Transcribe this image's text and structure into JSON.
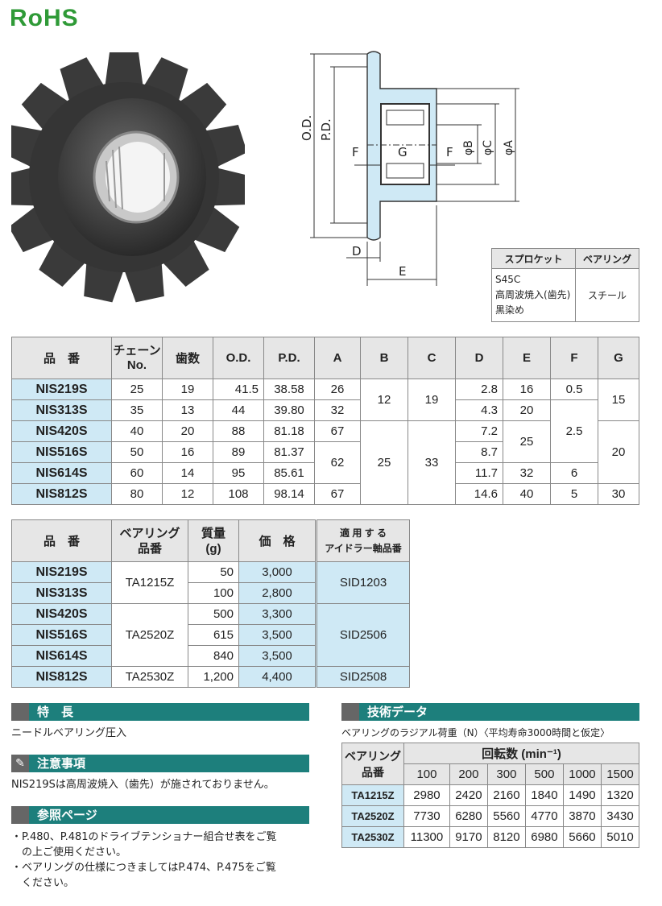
{
  "logo": "RoHS",
  "material_table": {
    "headers": [
      "スプロケット",
      "ベアリング"
    ],
    "sprocket_lines": [
      "S45C",
      "高周波焼入(歯先)",
      "黒染め"
    ],
    "bearing": "スチール"
  },
  "diagram_labels": {
    "od": "O.D.",
    "pd": "P.D.",
    "f1": "F",
    "g": "G",
    "f2": "F",
    "phiB": "φB",
    "phiC": "φC",
    "phiA": "φA",
    "d": "D",
    "e": "E"
  },
  "table1": {
    "headers": [
      "品　番",
      "チェーン\nNo.",
      "歯数",
      "O.D.",
      "P.D.",
      "A",
      "B",
      "C",
      "D",
      "E",
      "F",
      "G"
    ],
    "rows": [
      {
        "pn": "NIS219S",
        "chain": "25",
        "teeth": "19",
        "od": "41.5",
        "pd": "38.58",
        "a": "26",
        "d": "2.8",
        "e": "16",
        "f": "0.5"
      },
      {
        "pn": "NIS313S",
        "chain": "35",
        "teeth": "13",
        "od": "44",
        "pd": "39.80",
        "a": "32",
        "d": "4.3",
        "e": "20"
      },
      {
        "pn": "NIS420S",
        "chain": "40",
        "teeth": "20",
        "od": "88",
        "pd": "81.18",
        "a": "67",
        "d": "7.2"
      },
      {
        "pn": "NIS516S",
        "chain": "50",
        "teeth": "16",
        "od": "89",
        "pd": "81.37",
        "d": "8.7"
      },
      {
        "pn": "NIS614S",
        "chain": "60",
        "teeth": "14",
        "od": "95",
        "pd": "85.61",
        "d": "11.7",
        "e": "32",
        "f": "6"
      },
      {
        "pn": "NIS812S",
        "chain": "80",
        "teeth": "12",
        "od": "108",
        "pd": "98.14",
        "a": "67",
        "d": "14.6",
        "e": "40",
        "f": "5",
        "g": "30"
      }
    ],
    "merged": {
      "b1": "12",
      "c1": "19",
      "g1": "15",
      "a45": "62",
      "b2": "25",
      "c2": "33",
      "e34": "25",
      "f345": "2.5",
      "g2": "20"
    }
  },
  "table2": {
    "headers": {
      "pn": "品　番",
      "bearing1": "ベアリング",
      "bearing2": "品番",
      "mass1": "質量",
      "mass2": "(g)",
      "price": "価　格",
      "idler1": "適 用 す る",
      "idler2": "アイドラー軸品番"
    },
    "rows": [
      {
        "pn": "NIS219S",
        "mass": "50",
        "price": "3,000"
      },
      {
        "pn": "NIS313S",
        "mass": "100",
        "price": "2,800"
      },
      {
        "pn": "NIS420S",
        "mass": "500",
        "price": "3,300"
      },
      {
        "pn": "NIS516S",
        "mass": "615",
        "price": "3,500"
      },
      {
        "pn": "NIS614S",
        "mass": "840",
        "price": "3,500"
      },
      {
        "pn": "NIS812S",
        "mass": "1,200",
        "price": "4,400"
      }
    ],
    "bearings": [
      "TA1215Z",
      "TA2520Z",
      "TA2530Z"
    ],
    "idlers": [
      "SID1203",
      "SID2506",
      "SID2508"
    ]
  },
  "features": {
    "title": "特　長",
    "text": "ニードルベアリング圧入"
  },
  "caution": {
    "title": "注意事項",
    "text": "NIS219Sは高周波焼入（歯先）が施されておりません。"
  },
  "reference": {
    "title": "参照ページ",
    "items": [
      "・P.480、P.481のドライブテンショナー組合せ表をご覧",
      "　の上ご使用ください。",
      "・ベアリングの仕様につきましてはP.474、P.475をご覧",
      "　ください。"
    ]
  },
  "tech": {
    "title": "技術データ",
    "caption": "ベアリングのラジアル荷重（N）〈平均寿命3000時間と仮定〉",
    "h1": "ベアリング",
    "h2": "品番",
    "rpm": "回転数 (min⁻¹)",
    "speeds": [
      "100",
      "200",
      "300",
      "500",
      "1000",
      "1500"
    ],
    "rows": [
      {
        "name": "TA1215Z",
        "v": [
          "2980",
          "2420",
          "2160",
          "1840",
          "1490",
          "1320"
        ]
      },
      {
        "name": "TA2520Z",
        "v": [
          "7730",
          "6280",
          "5560",
          "4770",
          "3870",
          "3430"
        ]
      },
      {
        "name": "TA2530Z",
        "v": [
          "11300",
          "9170",
          "8120",
          "6980",
          "5660",
          "5010"
        ]
      }
    ]
  }
}
